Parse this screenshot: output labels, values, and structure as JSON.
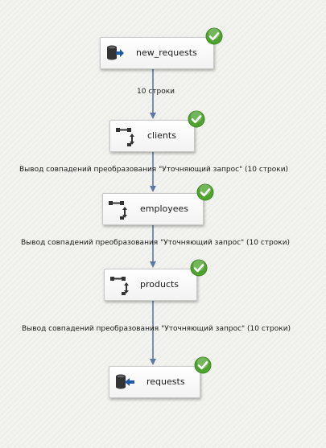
{
  "nodes": [
    {
      "id": "new_requests",
      "label": "new_requests",
      "icon": "source-database-icon",
      "status": "success"
    },
    {
      "id": "clients",
      "label": "clients",
      "icon": "lookup-transform-icon",
      "status": "success"
    },
    {
      "id": "employees",
      "label": "employees",
      "icon": "lookup-transform-icon",
      "status": "success"
    },
    {
      "id": "products",
      "label": "products",
      "icon": "lookup-transform-icon",
      "status": "success"
    },
    {
      "id": "requests",
      "label": "requests",
      "icon": "destination-database-icon",
      "status": "success"
    }
  ],
  "edges": [
    {
      "from": "new_requests",
      "to": "clients",
      "label": "10 строки"
    },
    {
      "from": "clients",
      "to": "employees",
      "label": "Вывод совпадений преобразования \"Уточняющий запрос\" (10 строки)"
    },
    {
      "from": "employees",
      "to": "products",
      "label": "Вывод совпадений преобразования \"Уточняющий запрос\" (10 строки)"
    },
    {
      "from": "products",
      "to": "requests",
      "label": "Вывод совпадений преобразования \"Уточняющий запрос\" (10 строки)"
    }
  ],
  "colors": {
    "edge": "#5b78a8",
    "success": "#4ea22e",
    "icon": "#333333",
    "arrow": "#1f5aa8"
  }
}
